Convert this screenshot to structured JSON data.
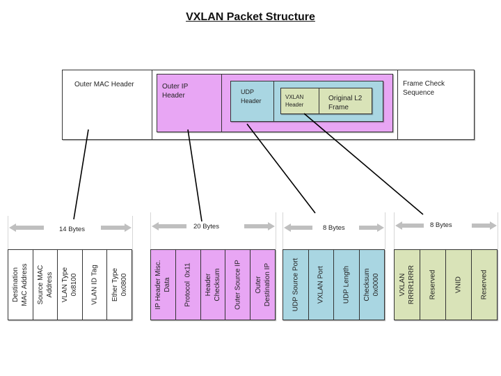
{
  "title": "VXLAN Packet Structure",
  "colors": {
    "ip": "#e8a6f4",
    "udp": "#a9d6e2",
    "vxlan": "#d9e3b8",
    "mac": "#ffffff",
    "arrow": "#bfbfbf",
    "line": "#000000"
  },
  "packet": {
    "outer_mac": "Outer MAC Header",
    "outer_ip": "Outer IP\nHeader",
    "udp": "UDP\nHeader",
    "vxlan": "VXLAN\nHeader",
    "original_frame": "Original L2\nFrame",
    "fcs": "Frame Check\nSequence"
  },
  "details": [
    {
      "id": "mac",
      "size": "14 Bytes",
      "fields": [
        "Destination\nMAC Address",
        "Source MAC\nAddress",
        "VLAN Type\n0x8100",
        "VLAN ID Tag",
        "Ether Type\n0x0800"
      ]
    },
    {
      "id": "ip",
      "size": "20 Bytes",
      "fields": [
        "IP Header Misc.\nData",
        "Protocol  0x11",
        "Header\nChecksum",
        "Outer Source IP",
        "Outer\nDestination IP"
      ]
    },
    {
      "id": "udp",
      "size": "8 Bytes",
      "fields": [
        "UDP Source Port",
        "VXLAN Port",
        "UDP Length",
        "Checksum\n0x0000"
      ]
    },
    {
      "id": "vxlan",
      "size": "8 Bytes",
      "fields": [
        "VXLAN\nRRRR1RRR",
        "Reserved",
        "VNID",
        "Reserved"
      ]
    }
  ]
}
